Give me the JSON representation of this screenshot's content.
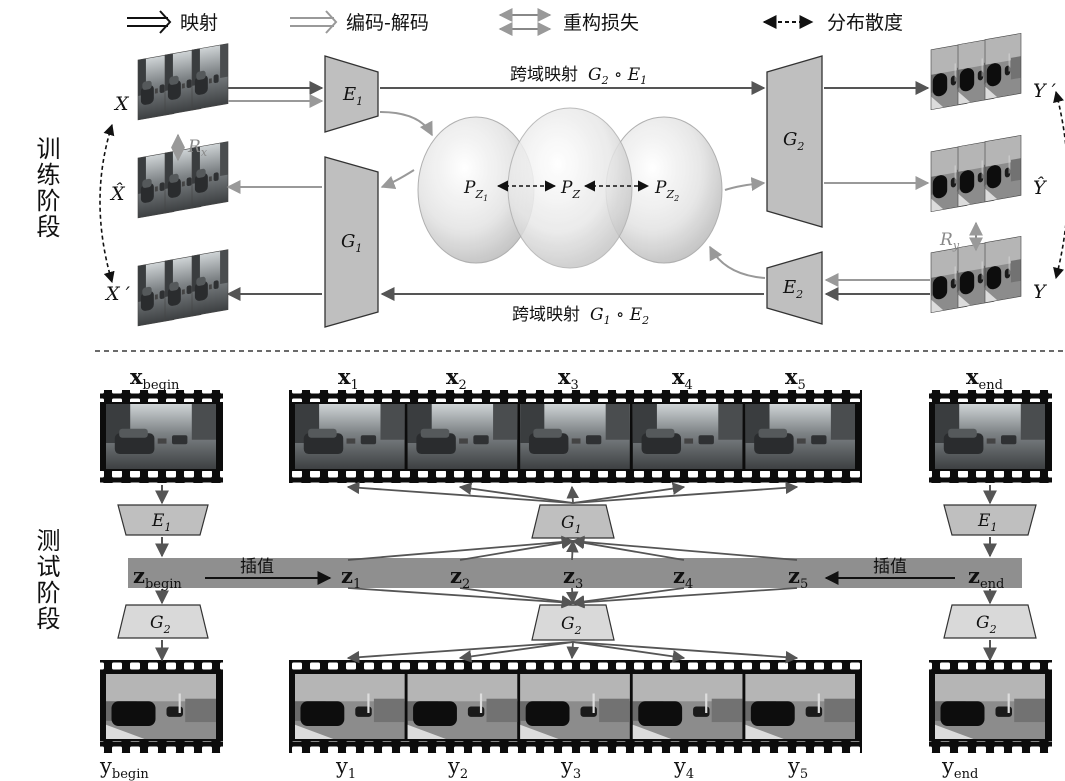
{
  "legend": {
    "mapping": "映射",
    "encode_decode": "编码-解码",
    "reconstruction_loss": "重构损失",
    "distribution_divergence": "分布散度"
  },
  "phases": {
    "train": "训练阶段",
    "test": "测试阶段"
  },
  "train": {
    "cross_map_top": "跨域映射",
    "cross_map_bottom": "跨域映射",
    "composite_top": {
      "g": "G",
      "g_sub": "2",
      "op": " ∘ ",
      "e": "E",
      "e_sub": "1"
    },
    "composite_bottom": {
      "g": "G",
      "g_sub": "1",
      "op": " ∘ ",
      "e": "E",
      "e_sub": "2"
    },
    "left_labels": [
      "X",
      "X̂",
      "X ′"
    ],
    "right_labels": [
      "Y ′",
      "Ŷ",
      "Y"
    ],
    "rx": {
      "main": "R",
      "sub": "x"
    },
    "ry": {
      "main": "R",
      "sub": "y"
    },
    "blocks": {
      "E1": {
        "main": "E",
        "sub": "1"
      },
      "G1": {
        "main": "G",
        "sub": "1"
      },
      "G2": {
        "main": "G",
        "sub": "2"
      },
      "E2": {
        "main": "E",
        "sub": "2"
      }
    },
    "pz1": {
      "main": "P",
      "sub": "Z",
      "subsub": "1"
    },
    "pz": {
      "main": "P",
      "sub": "Z"
    },
    "pz2": {
      "main": "P",
      "sub": "Z",
      "subsub": "2"
    }
  },
  "test": {
    "x_begin": {
      "main": "x",
      "sub": "begin"
    },
    "x_end": {
      "main": "x",
      "sub": "end"
    },
    "x_frames": [
      {
        "main": "x",
        "sub": "1"
      },
      {
        "main": "x",
        "sub": "2"
      },
      {
        "main": "x",
        "sub": "3"
      },
      {
        "main": "x",
        "sub": "4"
      },
      {
        "main": "x",
        "sub": "5"
      }
    ],
    "z_begin": {
      "main": "z",
      "sub": "begin"
    },
    "z_end": {
      "main": "z",
      "sub": "end"
    },
    "z_frames": [
      {
        "main": "z",
        "sub": "1"
      },
      {
        "main": "z",
        "sub": "2"
      },
      {
        "main": "z",
        "sub": "3"
      },
      {
        "main": "z",
        "sub": "4"
      },
      {
        "main": "z",
        "sub": "5"
      }
    ],
    "interp_left": "插值",
    "interp_right": "插值",
    "y_begin": {
      "main": "y",
      "sub": "begin"
    },
    "y_end": {
      "main": "y",
      "sub": "end"
    },
    "y_frames": [
      {
        "main": "y",
        "sub": "1"
      },
      {
        "main": "y",
        "sub": "2"
      },
      {
        "main": "y",
        "sub": "3"
      },
      {
        "main": "y",
        "sub": "4"
      },
      {
        "main": "y",
        "sub": "5"
      }
    ],
    "blocks": {
      "E1_left": {
        "main": "E",
        "sub": "1"
      },
      "E1_right": {
        "main": "E",
        "sub": "1"
      },
      "G1_center": {
        "main": "G",
        "sub": "1"
      },
      "G2_left": {
        "main": "G",
        "sub": "2"
      },
      "G2_center": {
        "main": "G",
        "sub": "2"
      },
      "G2_right": {
        "main": "G",
        "sub": "2"
      }
    }
  }
}
